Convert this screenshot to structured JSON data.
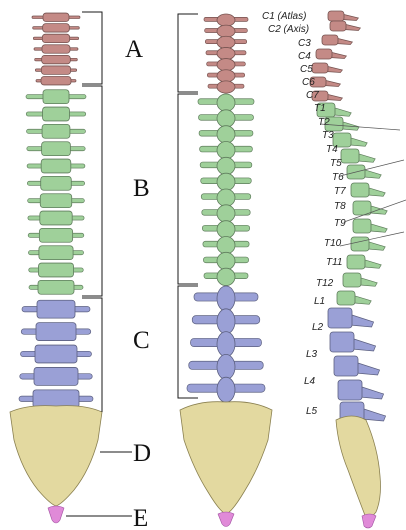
{
  "regions": [
    {
      "letter": "A",
      "color": "#c48a86"
    },
    {
      "letter": "B",
      "color": "#9fd09a"
    },
    {
      "letter": "C",
      "color": "#9aa0d6"
    },
    {
      "letter": "D",
      "color": "#e3d9a0"
    },
    {
      "letter": "E",
      "color": "#e08ad8"
    }
  ],
  "vertebra_labels": [
    "C1 (Atlas)",
    "C2 (Axis)",
    "C3",
    "C4",
    "C5",
    "C6",
    "C7",
    "T1",
    "T2",
    "T3",
    "T4",
    "T5",
    "T6",
    "T7",
    "T8",
    "T9",
    "T10",
    "T11",
    "T12",
    "L1",
    "L2",
    "L3",
    "L4",
    "L5"
  ]
}
